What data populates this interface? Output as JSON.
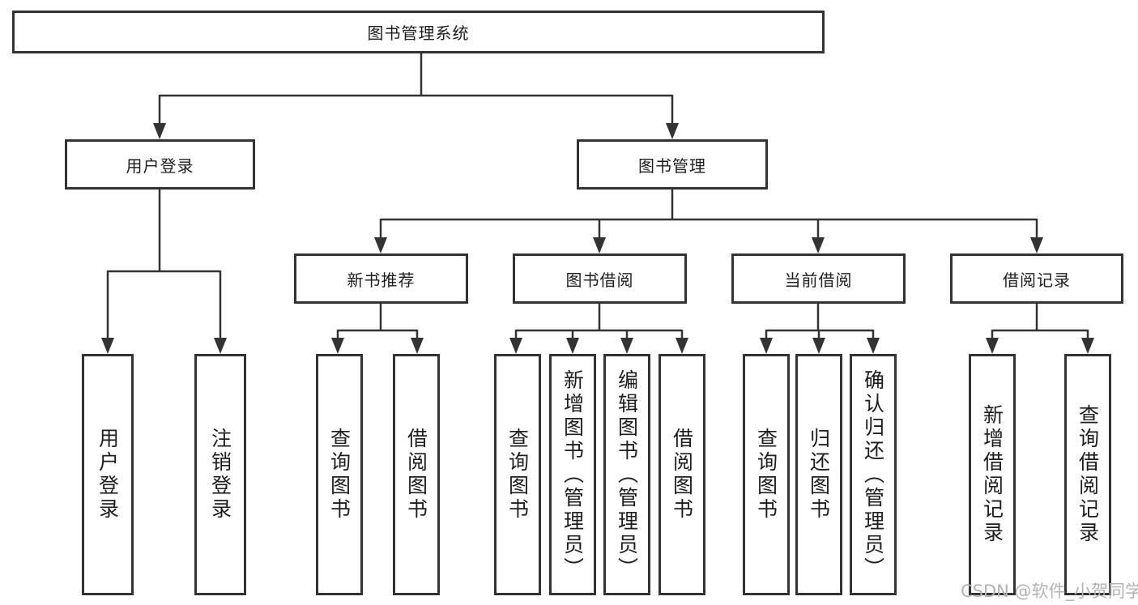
{
  "diagram": {
    "title": "图书管理系统",
    "root": {
      "label": "图书管理系统"
    },
    "level2": [
      {
        "label": "用户登录"
      },
      {
        "label": "图书管理"
      }
    ],
    "level3": [
      {
        "label": "新书推荐"
      },
      {
        "label": "图书借阅"
      },
      {
        "label": "当前借阅"
      },
      {
        "label": "借阅记录"
      }
    ],
    "leaves": {
      "user_login": [
        "用户登录",
        "注销登录"
      ],
      "new_book_recommend": [
        "查询图书",
        "借阅图书"
      ],
      "book_borrow": [
        "查询图书",
        "新增图书（管理员）",
        "编辑图书（管理员）",
        "借阅图书"
      ],
      "current_borrow": [
        "查询图书",
        "归还图书",
        "确认归还（管理员）"
      ],
      "borrow_records": [
        "新增借阅记录",
        "查询借阅记录"
      ]
    }
  },
  "watermark": {
    "text": "CSDN @软件_小贺同学"
  },
  "colors": {
    "background": "#ffffff",
    "line": "#333333",
    "box_border": "#333333",
    "text": "#1d1d1d",
    "watermark": "#b3b3b3"
  }
}
